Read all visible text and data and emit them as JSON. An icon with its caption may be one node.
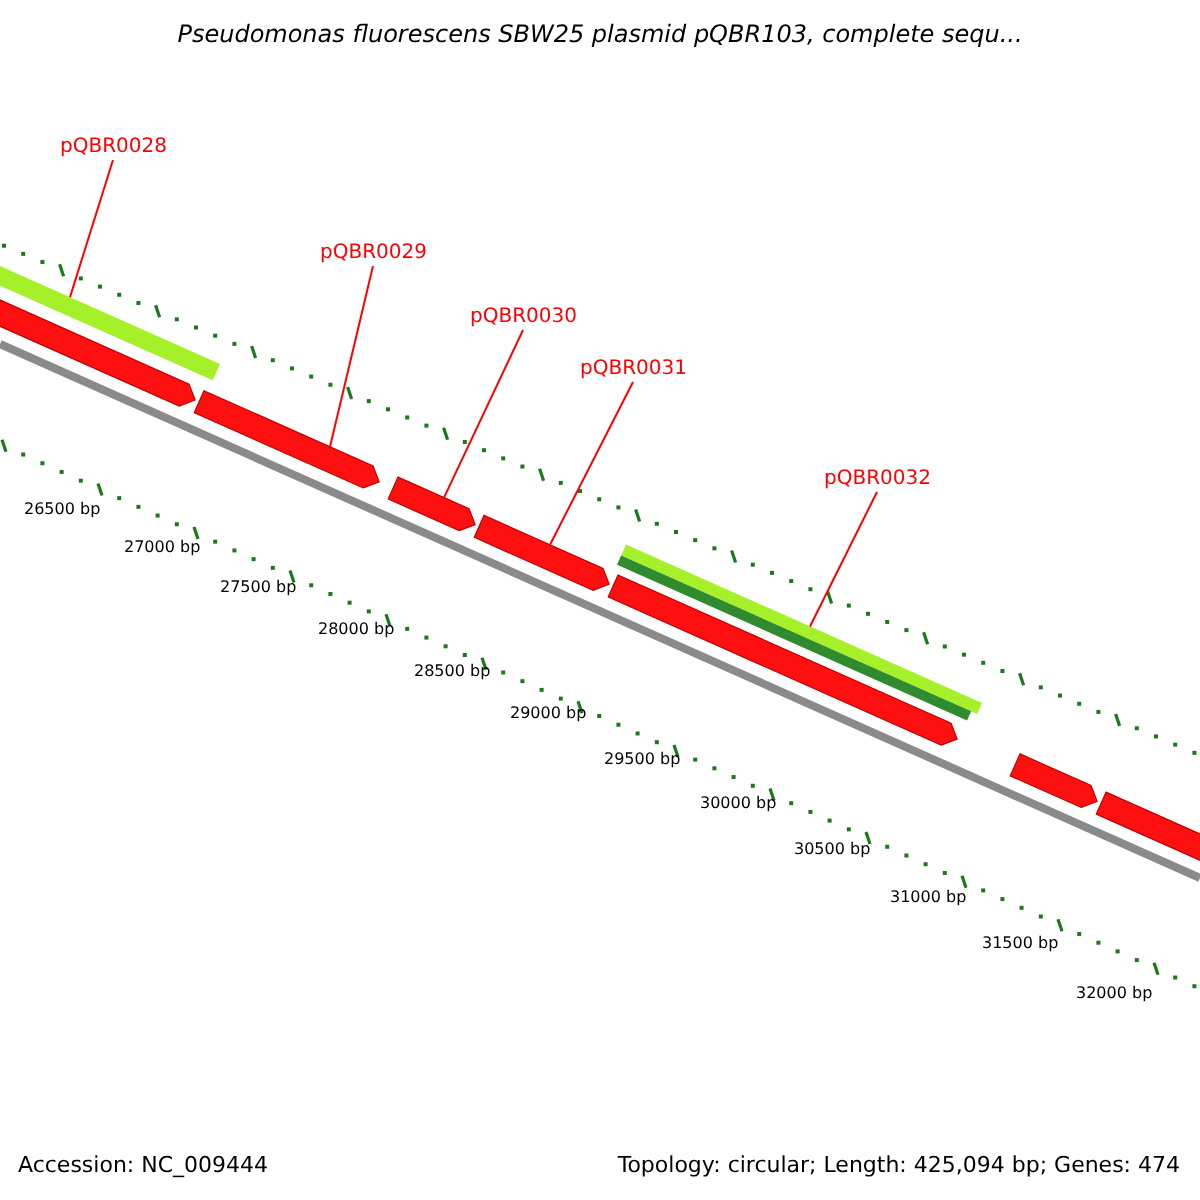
{
  "diagram": {
    "title": "Pseudomonas fluorescens SBW25 plasmid pQBR103, complete sequ...",
    "nodes": [
      {
        "text": [
          "pQBR0028"
        ]
      },
      {
        "text": [
          "pQBR0029"
        ]
      },
      {
        "text": [
          "pQBR0030"
        ]
      },
      {
        "text": [
          "pQBR0031"
        ]
      },
      {
        "text": [
          "pQBR0032"
        ]
      },
      {
        "text": [],
        "shape": "bar"
      },
      {
        "text": [],
        "shape": "arrow"
      },
      {
        "text": [],
        "shape": "arrow"
      },
      {
        "text": [],
        "shape": "arrow"
      },
      {
        "text": [],
        "shape": "arrow"
      },
      {
        "text": [],
        "shape": "bar"
      },
      {
        "text": [],
        "shape": "bar"
      },
      {
        "text": [],
        "shape": "arrow"
      },
      {
        "text": [],
        "shape": "arrow"
      },
      {
        "text": [],
        "shape": "arrow"
      }
    ],
    "edges": [
      {
        "from": 0,
        "to": 5,
        "arrow": "none",
        "color": "#ff0000"
      },
      {
        "from": 1,
        "to": 7,
        "arrow": "none",
        "color": "#ff0000"
      },
      {
        "from": 2,
        "to": 8,
        "arrow": "none",
        "color": "#ff0000"
      },
      {
        "from": 3,
        "to": 9,
        "arrow": "none",
        "color": "#ff0000"
      },
      {
        "from": 4,
        "to": 10,
        "arrow": "none",
        "color": "#ff0000"
      }
    ],
    "labels": [
      "26500 bp",
      "27000 bp",
      "27500 bp",
      "28000 bp",
      "28500 bp",
      "29000 bp",
      "29500 bp",
      "30000 bp",
      "30500 bp",
      "31000 bp",
      "31500 bp",
      "32000 bp",
      "Accession: NC_009444",
      "Topology: circular; Length: 425,094 bp; Genes: 474"
    ]
  }
}
